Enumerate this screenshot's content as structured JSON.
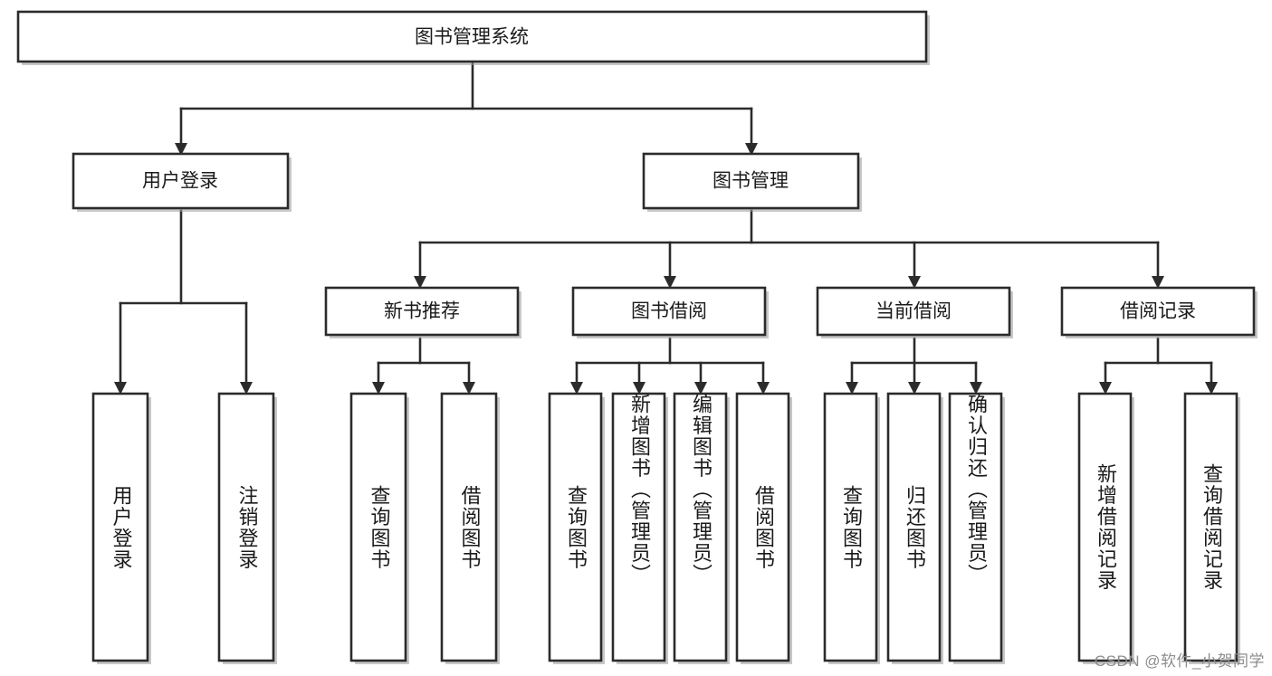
{
  "diagram": {
    "type": "tree-hierarchy-chart",
    "title": "图书管理系统",
    "root": {
      "label": "图书管理系统",
      "orientation": "horizontal"
    },
    "level2": [
      {
        "label": "用户登录",
        "orientation": "horizontal"
      },
      {
        "label": "图书管理",
        "orientation": "horizontal"
      }
    ],
    "level3": [
      {
        "label": "新书推荐",
        "orientation": "horizontal"
      },
      {
        "label": "图书借阅",
        "orientation": "horizontal"
      },
      {
        "label": "当前借阅",
        "orientation": "horizontal"
      },
      {
        "label": "借阅记录",
        "orientation": "horizontal"
      }
    ],
    "leaves": [
      {
        "label": "用户登录",
        "parent": "用户登录",
        "orientation": "vertical"
      },
      {
        "label": "注销登录",
        "parent": "用户登录",
        "orientation": "vertical"
      },
      {
        "label": "查询图书",
        "parent": "新书推荐",
        "orientation": "vertical"
      },
      {
        "label": "借阅图书",
        "parent": "新书推荐",
        "orientation": "vertical"
      },
      {
        "label": "查询图书",
        "parent": "图书借阅",
        "orientation": "vertical"
      },
      {
        "label": "新增图书（管理员）",
        "parent": "图书借阅",
        "orientation": "vertical"
      },
      {
        "label": "编辑图书（管理员）",
        "parent": "图书借阅",
        "orientation": "vertical"
      },
      {
        "label": "借阅图书",
        "parent": "图书借阅",
        "orientation": "vertical"
      },
      {
        "label": "查询图书",
        "parent": "当前借阅",
        "orientation": "vertical"
      },
      {
        "label": "归还图书",
        "parent": "当前借阅",
        "orientation": "vertical"
      },
      {
        "label": "确认归还（管理员）",
        "parent": "当前借阅",
        "orientation": "vertical"
      },
      {
        "label": "新增借阅记录",
        "parent": "借阅记录",
        "orientation": "vertical"
      },
      {
        "label": "查询借阅记录",
        "parent": "借阅记录",
        "orientation": "vertical"
      }
    ],
    "colors": {
      "stroke": "#2b2b2b",
      "fill": "#ffffff",
      "text": "#1a1a1a",
      "watermark": "#8d8d8d",
      "background": "#ffffff"
    }
  },
  "watermark": {
    "text": "CSDN @软件_小贺同学"
  }
}
